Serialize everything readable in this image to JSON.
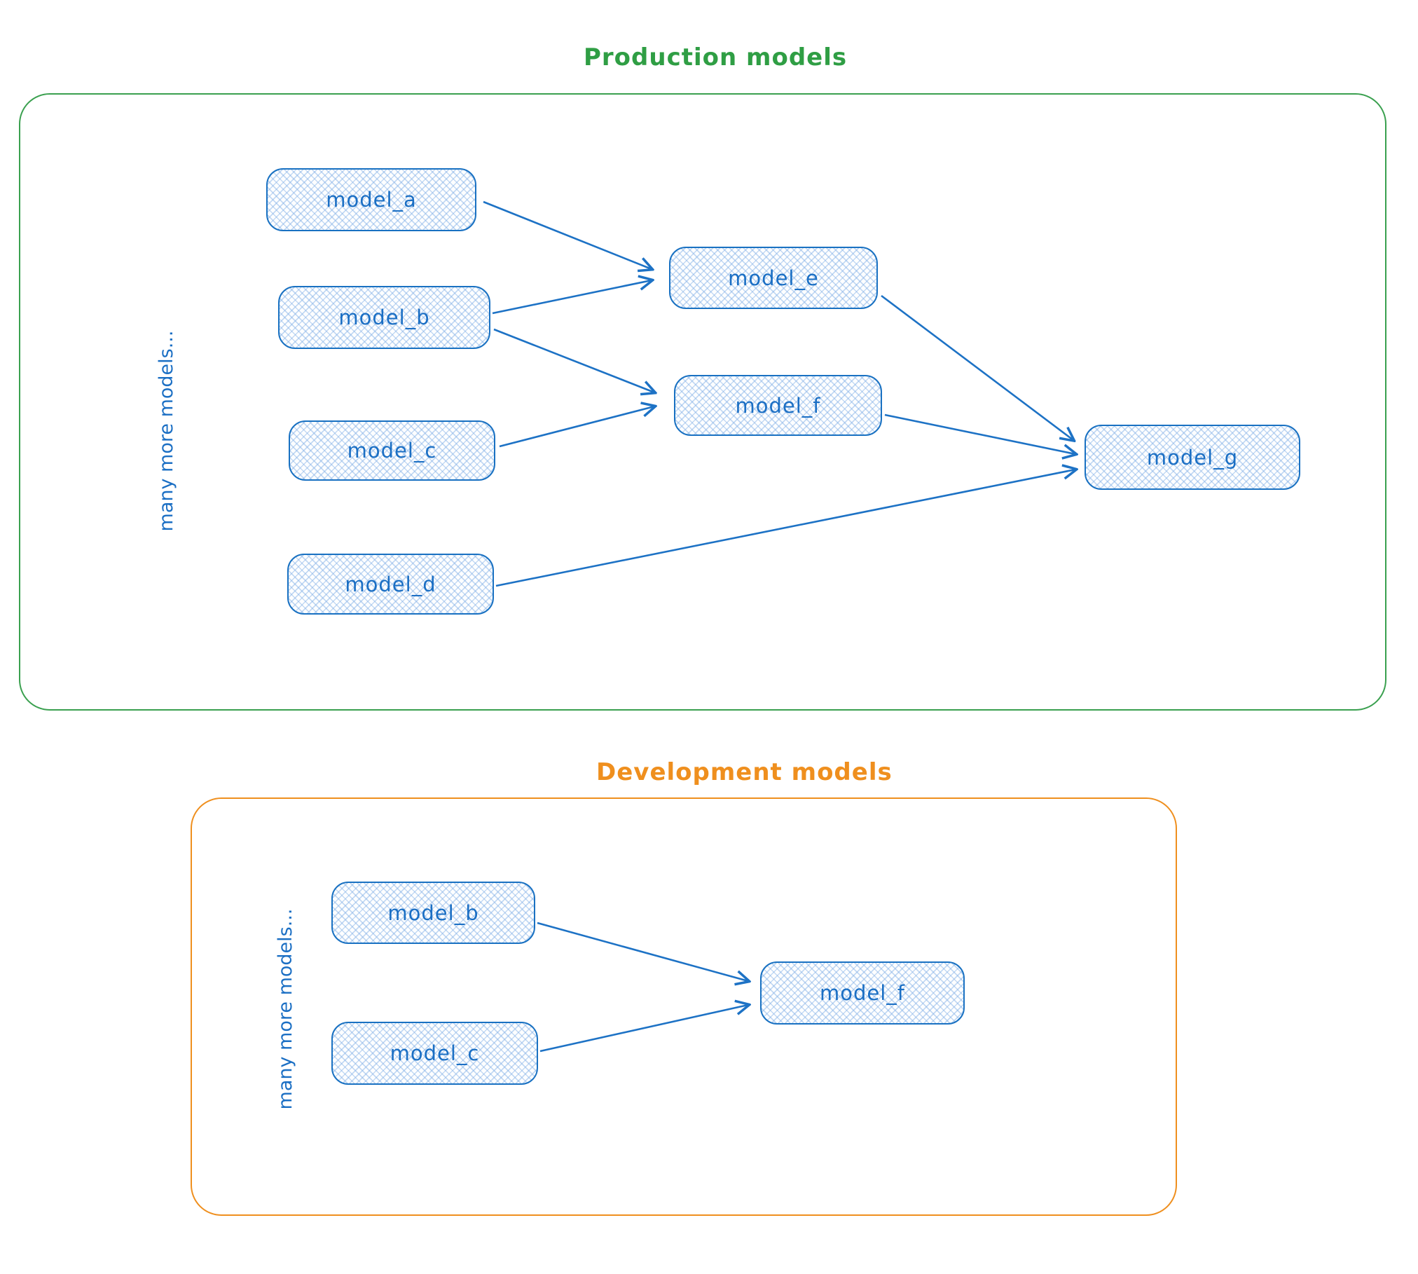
{
  "diagram": {
    "node_style": {
      "stroke_color": "#1971c2",
      "hatch_color": "#7dace5",
      "text_color": "#1b6fc4"
    },
    "sections": [
      {
        "title": "Production models",
        "accent_color": "#2f9e44",
        "side_label": "many more models...",
        "nodes": [
          {
            "id": "model_a",
            "label": "model_a"
          },
          {
            "id": "model_b",
            "label": "model_b"
          },
          {
            "id": "model_c",
            "label": "model_c"
          },
          {
            "id": "model_d",
            "label": "model_d"
          },
          {
            "id": "model_e",
            "label": "model_e"
          },
          {
            "id": "model_f",
            "label": "model_f"
          },
          {
            "id": "model_g",
            "label": "model_g"
          }
        ],
        "edges": [
          {
            "from": "model_a",
            "to": "model_e"
          },
          {
            "from": "model_b",
            "to": "model_e"
          },
          {
            "from": "model_b",
            "to": "model_f"
          },
          {
            "from": "model_c",
            "to": "model_f"
          },
          {
            "from": "model_d",
            "to": "model_g"
          },
          {
            "from": "model_e",
            "to": "model_g"
          },
          {
            "from": "model_f",
            "to": "model_g"
          }
        ]
      },
      {
        "title": "Development models",
        "accent_color": "#ef8f1e",
        "side_label": "many more models...",
        "nodes": [
          {
            "id": "model_b",
            "label": "model_b"
          },
          {
            "id": "model_c",
            "label": "model_c"
          },
          {
            "id": "model_f",
            "label": "model_f"
          }
        ],
        "edges": [
          {
            "from": "model_b",
            "to": "model_f"
          },
          {
            "from": "model_c",
            "to": "model_f"
          }
        ]
      }
    ]
  }
}
